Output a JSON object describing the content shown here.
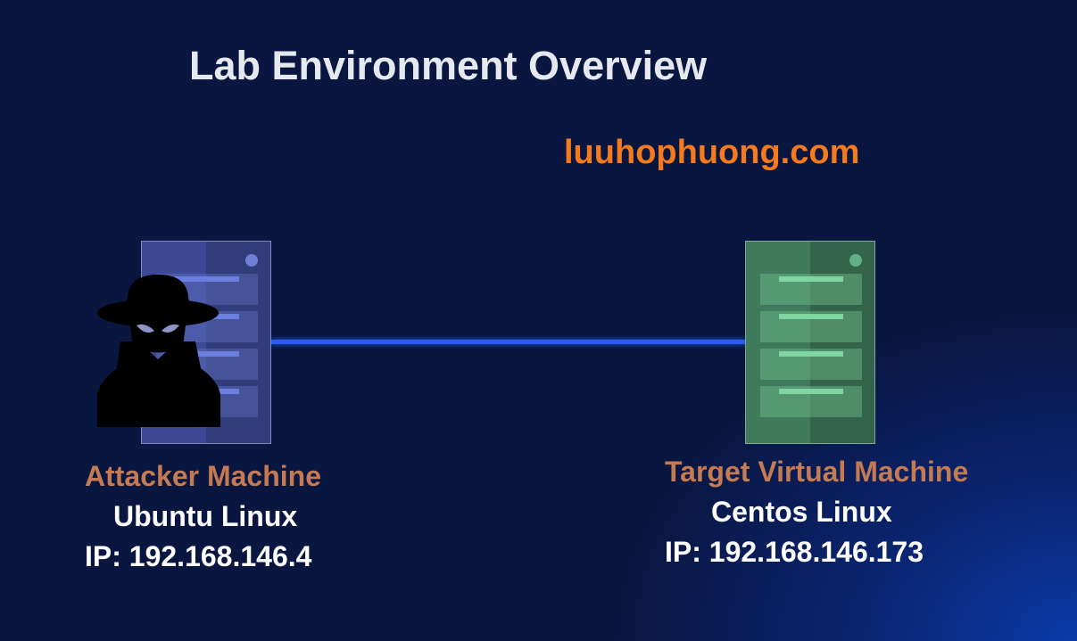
{
  "title": "Lab Environment Overview",
  "watermark": "luuhophuong.com",
  "attacker": {
    "role": "Attacker Machine",
    "os": "Ubuntu Linux",
    "ip": "IP: 192.168.146.4"
  },
  "target": {
    "role": "Target Virtual Machine",
    "os": "Centos Linux",
    "ip": "IP: 192.168.146.173"
  },
  "colors": {
    "link": "#2a5cf0",
    "role_label": "#c47a52",
    "watermark": "#f47a20"
  }
}
